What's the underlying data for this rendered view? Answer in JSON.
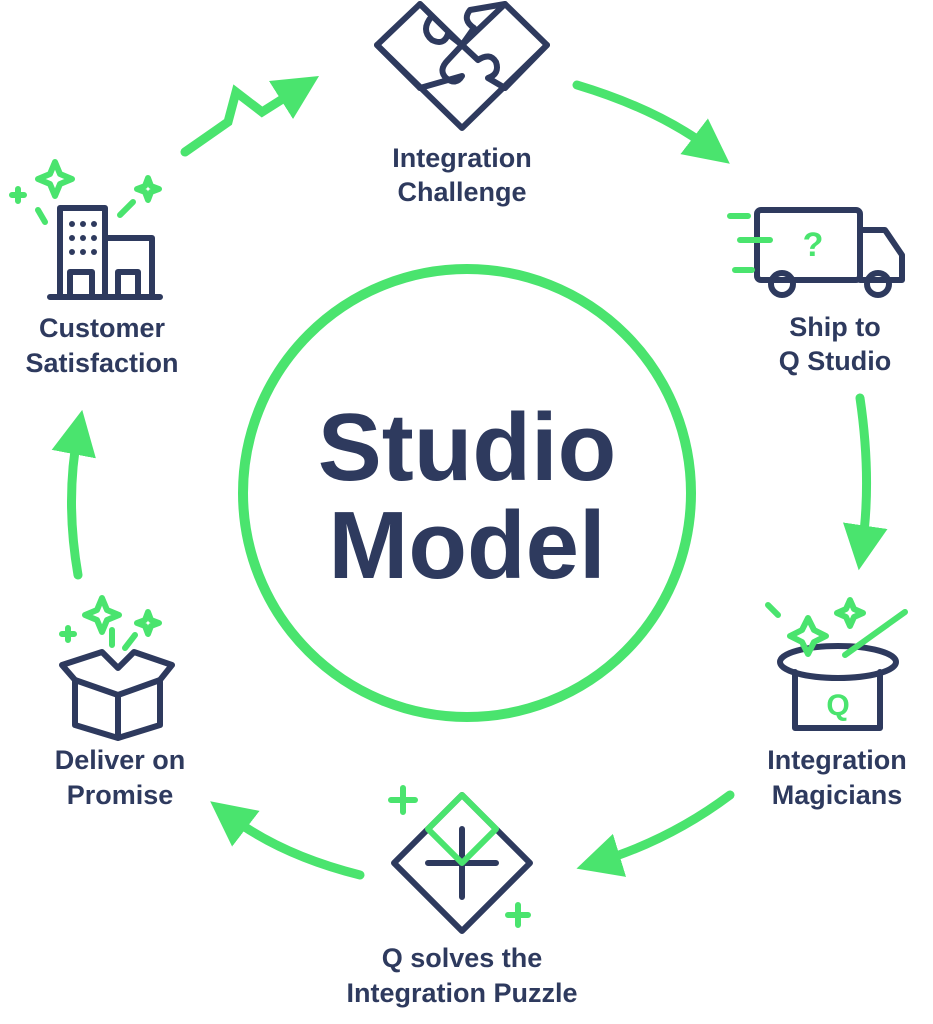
{
  "title": {
    "line1": "Studio",
    "line2": "Model"
  },
  "colors": {
    "navy": "#2e3a5e",
    "green": "#4ae46e"
  },
  "steps": [
    {
      "icon": "puzzle-heart-icon",
      "line1": "Integration",
      "line2": "Challenge"
    },
    {
      "icon": "delivery-truck-icon",
      "line1": "Ship to",
      "line2": "Q Studio"
    },
    {
      "icon": "magic-hat-icon",
      "line1": "Integration",
      "line2": "Magicians",
      "hat_letter": "Q"
    },
    {
      "icon": "solved-puzzle-icon",
      "line1": "Q solves the",
      "line2": "Integration Puzzle"
    },
    {
      "icon": "open-box-icon",
      "line1": "Deliver on",
      "line2": "Promise"
    },
    {
      "icon": "building-icon",
      "line1": "Customer",
      "line2": "Satisfaction"
    }
  ],
  "truck_mark": "?"
}
